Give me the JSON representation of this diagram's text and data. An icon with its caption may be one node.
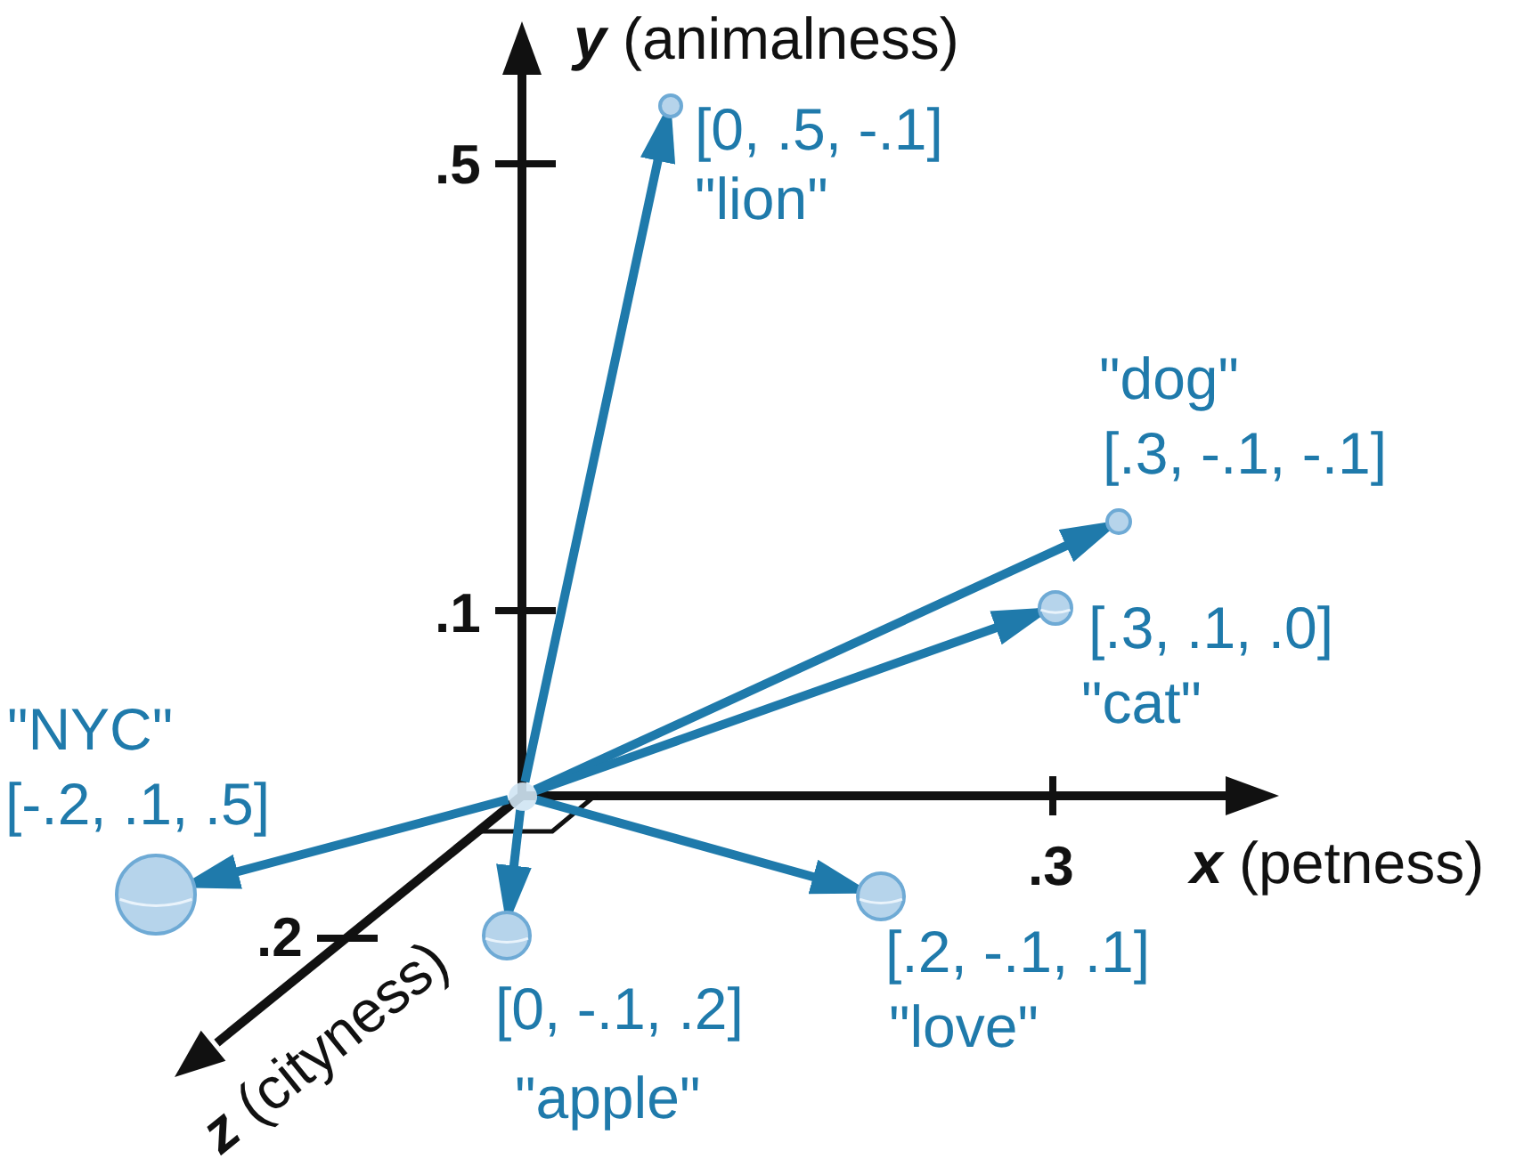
{
  "diagram": {
    "nodes": [
      {
        "text": [],
        "shape": "circle",
        "beside": [
          "[0, .5, -.1]",
          "\"lion\""
        ]
      },
      {
        "text": [],
        "shape": "circle",
        "beside": [
          "\"dog\"",
          "[.3, -.1, -.1]"
        ]
      },
      {
        "text": [],
        "shape": "circle",
        "beside": [
          "[.3, .1, .0]",
          "\"cat\""
        ]
      },
      {
        "text": [],
        "shape": "circle",
        "beside": [
          "\"NYC\"",
          "[-.2, .1, .5]"
        ]
      },
      {
        "text": [],
        "shape": "circle"
      },
      {
        "text": [],
        "shape": "circle",
        "beside": [
          "[.2, -.1, .1]",
          "\"love\""
        ]
      },
      {
        "text": [],
        "shape": "circle",
        "beside": [
          "[0, -.1, .2]",
          "\"apple\""
        ]
      }
    ],
    "edges": [
      {
        "from": 4,
        "to": 0,
        "arrow": "to"
      },
      {
        "from": 4,
        "to": 1,
        "arrow": "to"
      },
      {
        "from": 4,
        "to": 2,
        "arrow": "to"
      },
      {
        "from": 4,
        "to": 3,
        "arrow": "to"
      },
      {
        "from": 4,
        "to": 5,
        "arrow": "to"
      },
      {
        "from": 4,
        "to": 6,
        "arrow": "to"
      }
    ],
    "labels": [
      "**y** (animalness)",
      ".5",
      ".1",
      ".3",
      "**x** (petness)",
      ".2",
      "**z** (cityness)"
    ]
  }
}
